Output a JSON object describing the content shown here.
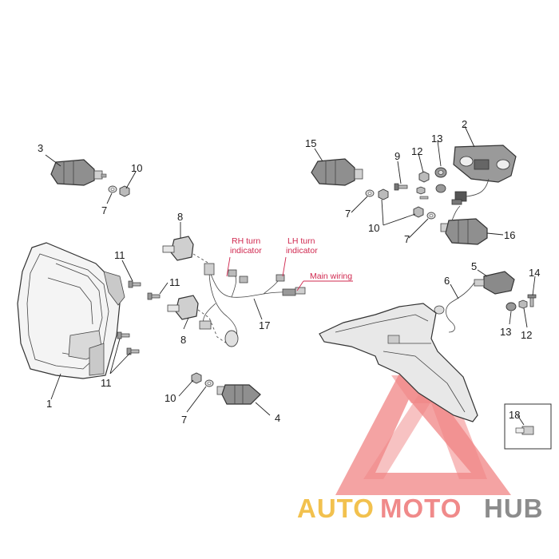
{
  "labels": {
    "n1": "1",
    "n2": "2",
    "n3": "3",
    "n4": "4",
    "n5": "5",
    "n6": "6",
    "n7a": "7",
    "n7b": "7",
    "n7c": "7",
    "n7d": "7",
    "n8a": "8",
    "n8b": "8",
    "n9": "9",
    "n10a": "10",
    "n10b": "10",
    "n10c": "10",
    "n11a": "11",
    "n11b": "11",
    "n11c": "11",
    "n12a": "12",
    "n12b": "12",
    "n13a": "13",
    "n13b": "13",
    "n14": "14",
    "n15": "15",
    "n16": "16",
    "n17": "17",
    "n18": "18"
  },
  "annotations": {
    "rh_line1": "RH turn",
    "rh_line2": "indicator",
    "lh_line1": "LH turn",
    "lh_line2": "indicator",
    "main_wiring": "Main wiring"
  },
  "watermark": {
    "part1": "AUTO",
    "part2": "MOTO",
    "part3": "HUB",
    "colors": {
      "auto": "#f2c14e",
      "moto": "#f08a8a",
      "hub": "#8c8c8c",
      "logo": "#ee6f6f"
    }
  },
  "colors": {
    "annotation": "#d0284f",
    "line": "#222222",
    "part_fill": "#e9e9e9",
    "part_dark": "#555555"
  }
}
